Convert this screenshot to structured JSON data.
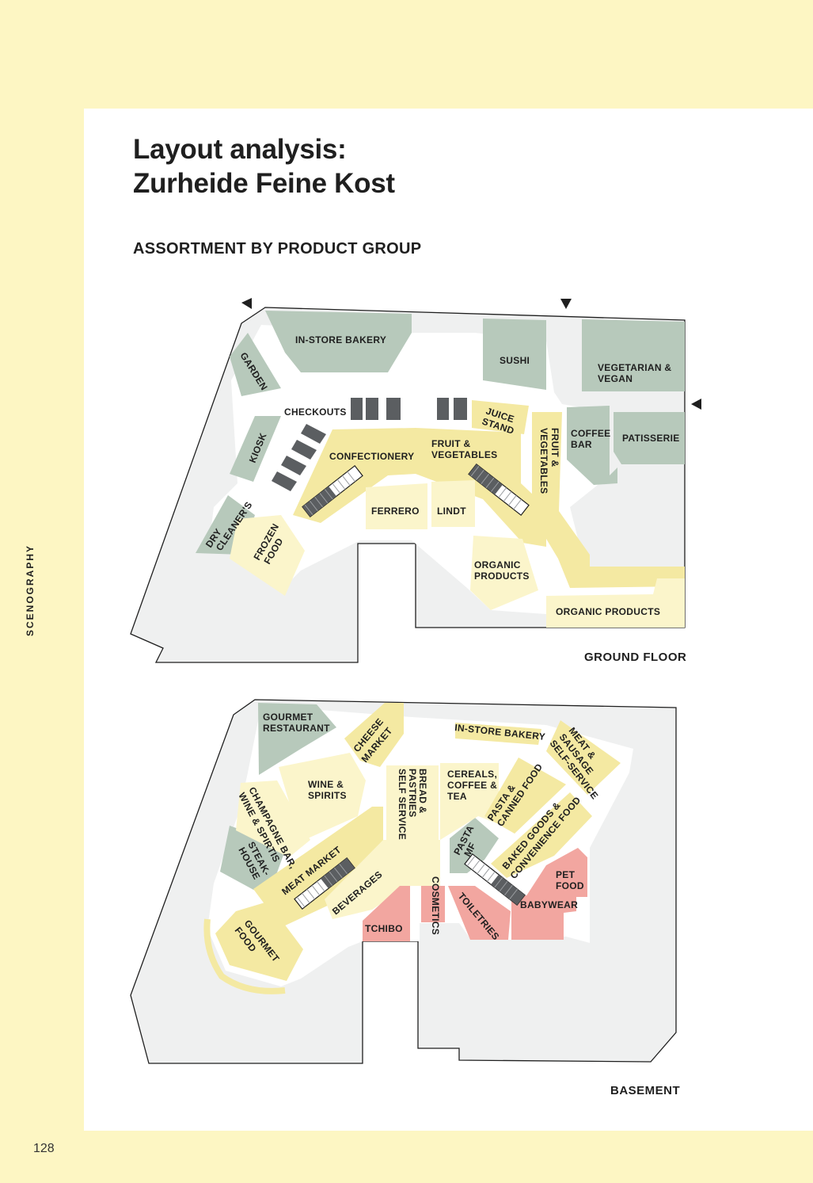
{
  "page": {
    "title_line1": "Layout analysis:",
    "title_line2": "Zurheide Feine Kost",
    "subtitle": "ASSORTMENT BY PRODUCT GROUP",
    "side_label": "SCENOGRAPHY",
    "page_number": "128"
  },
  "colors": {
    "floor": "#eff0f0",
    "circulation": "#ffffff",
    "food": "#f4e9a2",
    "food_light": "#fbf5cb",
    "service": "#b7c9bb",
    "nonfood": "#f2a6a0",
    "fixture": "#5b5e61",
    "outline": "#1f1f1f",
    "background": "#fdf6c3"
  },
  "ground_floor": {
    "label": "GROUND FLOOR",
    "zones": {
      "in_store_bakery": "IN-STORE BAKERY",
      "sushi": "SUSHI",
      "vegetarian_vegan_1": "VEGETARIAN &",
      "vegetarian_vegan_2": "VEGAN",
      "garden": "GARDEN",
      "checkouts": "CHECKOUTS",
      "juice_stand_1": "JUICE",
      "juice_stand_2": "STAND",
      "kiosk": "KIOSK",
      "confectionery": "CONFECTIONERY",
      "fruit_veg_1": "FRUIT &",
      "fruit_veg_2": "VEGETABLES",
      "fruit_veg_vertical_1": "FRUIT &",
      "fruit_veg_vertical_2": "VEGETABLES",
      "coffee_bar_1": "COFFEE",
      "coffee_bar_2": "BAR",
      "patisserie": "PATISSERIE",
      "ferrero": "FERRERO",
      "lindt": "LINDT",
      "dry_cleaners_1": "DRY",
      "dry_cleaners_2": "CLEANER'S",
      "frozen_food_1": "FROZEN",
      "frozen_food_2": "FOOD",
      "organic_products_1": "ORGANIC",
      "organic_products_2": "PRODUCTS",
      "organic_products_long": "ORGANIC PRODUCTS"
    }
  },
  "basement": {
    "label": "BASEMENT",
    "zones": {
      "gourmet_restaurant_1": "GOURMET",
      "gourmet_restaurant_2": "RESTAURANT",
      "cheese_market_1": "CHEESE",
      "cheese_market_2": "MARKET",
      "in_store_bakery": "IN-STORE BAKERY",
      "meat_sausage_1": "MEAT &",
      "meat_sausage_2": "SAUSAGE",
      "meat_sausage_3": "SELF-SERVICE",
      "wine_spirits_1": "WINE &",
      "wine_spirits_2": "SPIRITS",
      "bread_pastries_1": "BREAD &",
      "bread_pastries_2": "PASTRIES",
      "bread_pastries_3": "SELF SERVICE",
      "cereals_1": "CEREALS,",
      "cereals_2": "COFFEE &",
      "cereals_3": "TEA",
      "pasta_canned_1": "PASTA &",
      "pasta_canned_2": "CANNED FOOD",
      "champagne_bar_1": "CHAMPAGNE BAR,",
      "champagne_bar_2": "WINE & SPIRTIS",
      "steak_house_1": "STEAK-",
      "steak_house_2": "HOUSE",
      "pasta_mf_1": "PASTA",
      "pasta_mf_2": "MF",
      "baked_goods_1": "BAKED GOODS &",
      "baked_goods_2": "CONVENIENCE FOOD",
      "meat_market": "MEAT MARKET",
      "beverages": "BEVERAGES",
      "cosmetics": "COSMETICS",
      "toiletries": "TOILETRIES",
      "pet_food_1": "PET",
      "pet_food_2": "FOOD",
      "babywear": "BABYWEAR",
      "tchibo": "TCHIBO",
      "gourmet_food_1": "GOURMET",
      "gourmet_food_2": "FOOD"
    }
  }
}
